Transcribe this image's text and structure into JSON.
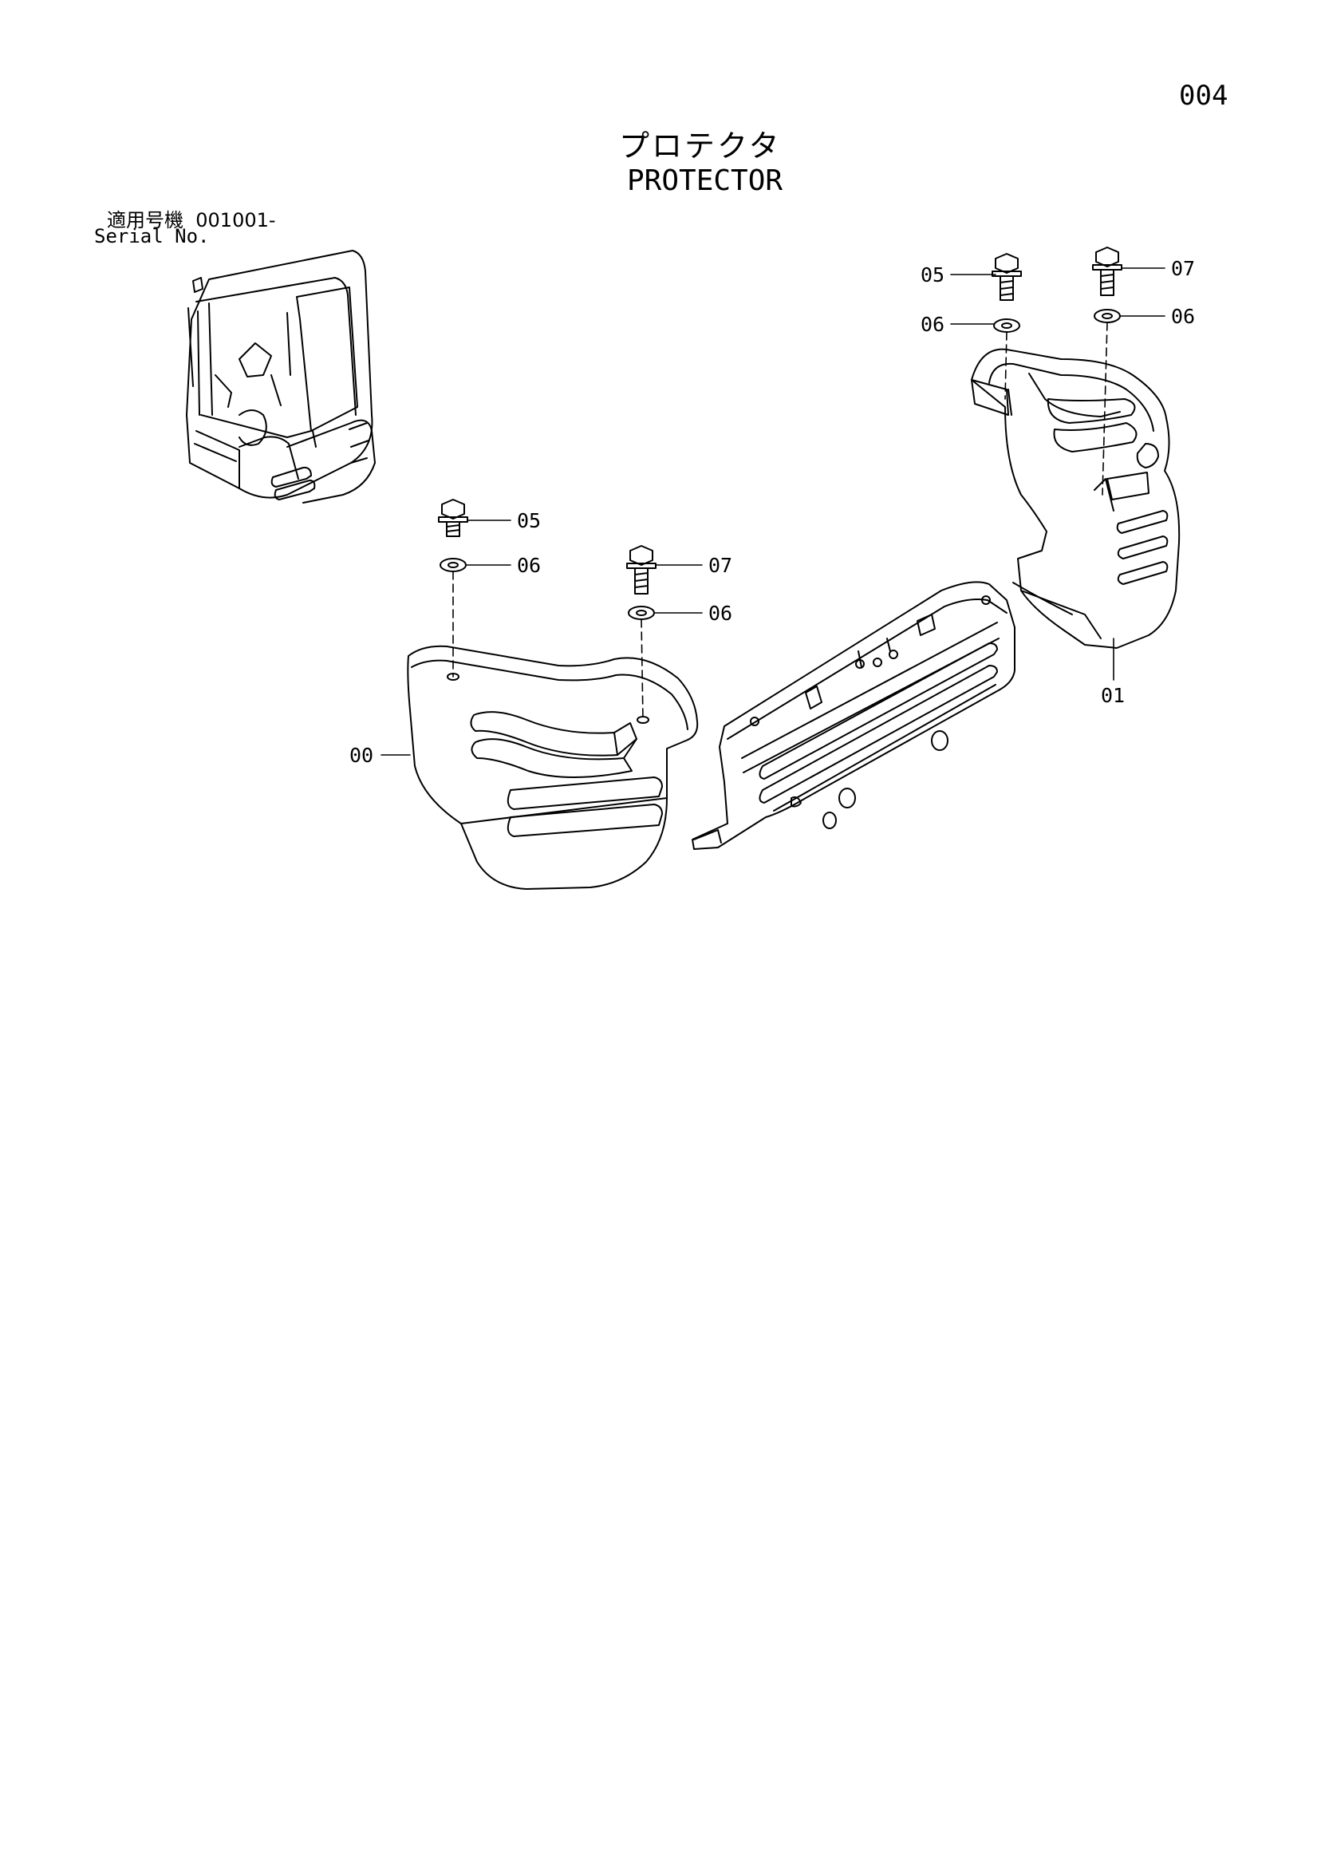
{
  "page_number": "004",
  "title_jp": "プロテクタ",
  "title_en": "PROTECTOR",
  "serial": {
    "label_jp": "適用号機",
    "range": "001001-",
    "label_en": "Serial No."
  },
  "callouts": {
    "left_bolt": "05",
    "left_washer": "06",
    "mid_bolt": "07",
    "mid_washer": "06",
    "left_protector": "00",
    "right_bolt_a": "05",
    "right_washer_a": "06",
    "right_bolt_b": "07",
    "right_washer_b": "06",
    "right_protector": "01"
  }
}
